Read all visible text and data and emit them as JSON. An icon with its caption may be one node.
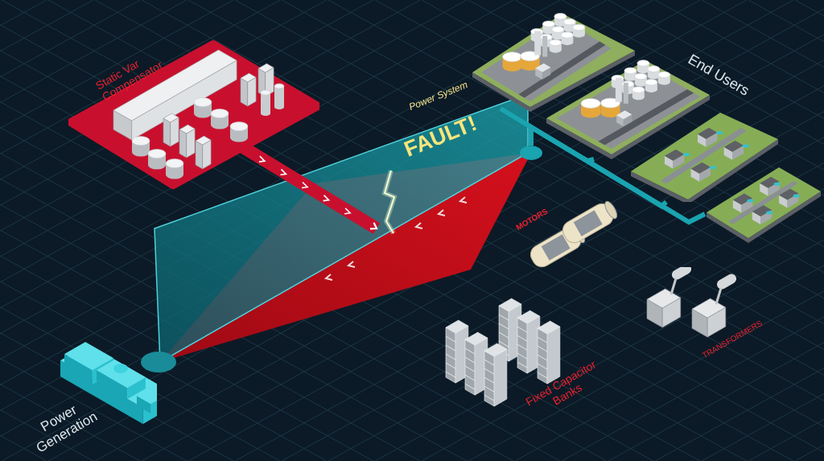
{
  "diagram": {
    "nodes": [
      {
        "text": [
          "Static Var Compensator"
        ]
      },
      {
        "text": [
          "Power System",
          "FAULT!"
        ]
      },
      {
        "text": [],
        "shape": "picture"
      },
      {
        "text": [],
        "shape": "picture"
      },
      {
        "text": [],
        "shape": "picture"
      },
      {
        "text": [],
        "shape": "picture"
      },
      {
        "text": [],
        "shape": "circle"
      },
      {
        "text": [],
        "shape": "circle"
      },
      {
        "text": [
          "Power Generation"
        ]
      },
      {
        "text": [
          "MOTORS"
        ]
      },
      {
        "text": [
          "Fixed Capacitor Banks"
        ]
      },
      {
        "text": [
          "TRANSFORMERS"
        ]
      }
    ],
    "edges": [
      {
        "from": 0,
        "to": 1,
        "arrow": "to",
        "style": "thick",
        "color": "#c8102e"
      },
      {
        "from": 6,
        "to": 2,
        "arrow": "none"
      },
      {
        "from": 6,
        "to": 3,
        "arrow": "none"
      },
      {
        "from": 6,
        "to": 4,
        "arrow": "none"
      },
      {
        "from": 6,
        "to": 5,
        "arrow": "none"
      }
    ],
    "labels": [
      "End Users"
    ]
  }
}
